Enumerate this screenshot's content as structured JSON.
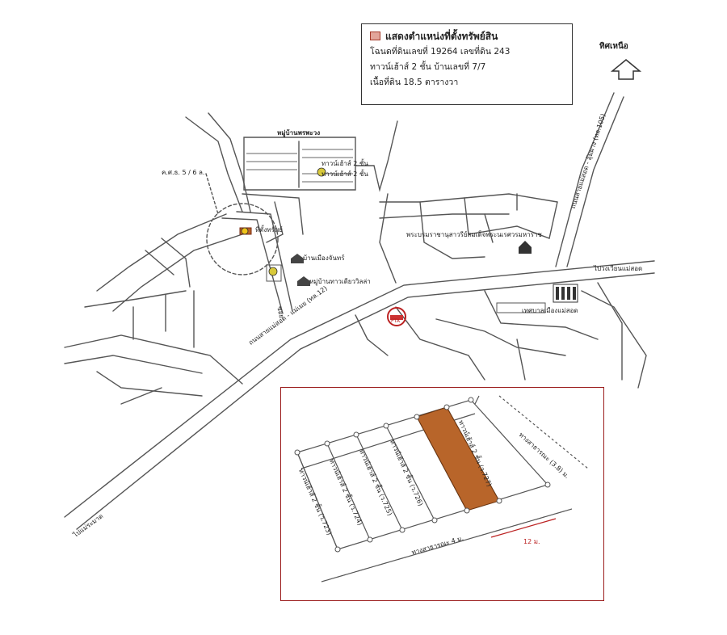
{
  "legend": {
    "title": "แสดงตำแหน่งที่ตั้งทรัพย์สิน",
    "deed": "โฉนดที่ดินเลขที่  19264  เลขที่ดิน  243",
    "house": "ทาวน์เฮ้าส์  2  ชั้น  บ้านเลขที่  7/7",
    "area": "เนื้อที่ดิน   18.5  ตารางวา",
    "highlight_color": "#e2a59a"
  },
  "north_label": "ทิศเหนือ",
  "labels": {
    "village_top": "หมู่บ้านพรพะวง",
    "townhouse_a": "ทาวน์เฮ้าส์ 2 ชั้น",
    "townhouse_b": "ทาวน์เฮ้าส์ 2 ชั้น",
    "kss": "ค.ศ.ธ. 5 / 6 ล.",
    "site": "ที่ตั้งทรัพย์",
    "baan_muang": "บ้านเมืองจันทร์",
    "village_low": "หมู่บ้านทาวเดียววิลล่า",
    "temple": "พระบรมราชานุสาวรีย์สมเด็จพระนเรศวรมหาราช",
    "road_right": "ไปวงเวียนแม่สอด",
    "municipality": "เทศบาลเมืองแม่สอด",
    "road_main": "ถนนสายแม่สอด - แม่เมย (ทล.12)",
    "to_mae_ramat": "ไปแม่ระมาด",
    "pta": "PTA",
    "side_road": "ซอย",
    "road_vertical": "ถนนสายแม่สอด - อุ้มผาง (ทล.105)"
  },
  "inset": {
    "lot_labels": [
      "ทาวน์เฮ้าส์ 2 ชั้น (ว.723)",
      "ทาวน์เฮ้าส์ 2 ชั้น (ว.724)",
      "ทาวน์เฮ้าส์ 2 ชั้น (ว.725)",
      "ทาวน์เฮ้าส์ 2 ชั้น (ว.726)",
      "ทาวน์เฮ้าส์ 2 ชั้น (ว.727)"
    ],
    "road_right": "ทางสาธารณะ (3.8) ม.",
    "road_bottom": "ทางสาธารณะ 4 ม.",
    "dimension": "12 ม.",
    "highlight_color": "#b8652a"
  }
}
